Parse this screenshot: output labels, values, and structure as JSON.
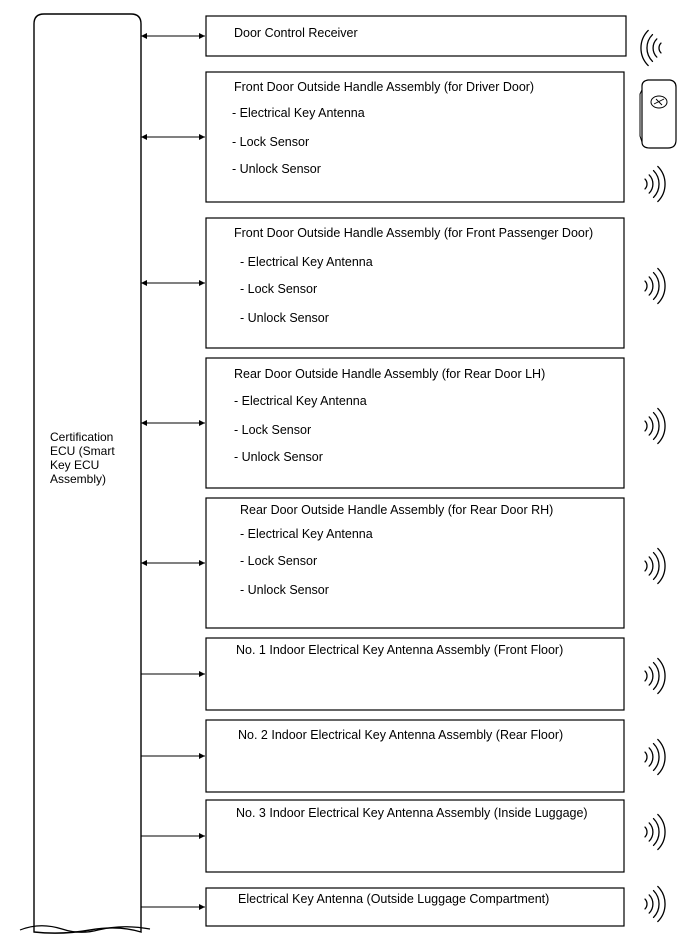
{
  "ecu": {
    "lines": [
      "Certification",
      "ECU (Smart",
      "Key ECU",
      "Assembly)"
    ]
  },
  "components": [
    {
      "title": "Door Control Receiver",
      "items": [],
      "link": "bidirectional",
      "signal": "receive"
    },
    {
      "title": "Front Door Outside Handle Assembly (for Driver Door)",
      "items": [
        "- Electrical Key Antenna",
        "- Lock Sensor",
        "- Unlock Sensor"
      ],
      "link": "bidirectional",
      "signal": "transmit"
    },
    {
      "title": "Front Door Outside Handle Assembly (for Front Passenger Door)",
      "items": [
        "- Electrical Key Antenna",
        "- Lock Sensor",
        "- Unlock Sensor"
      ],
      "link": "bidirectional",
      "signal": "transmit"
    },
    {
      "title": "Rear Door Outside Handle Assembly (for Rear Door LH)",
      "items": [
        "- Electrical Key Antenna",
        "- Lock Sensor",
        "- Unlock Sensor"
      ],
      "link": "bidirectional",
      "signal": "transmit"
    },
    {
      "title": "Rear Door Outside Handle Assembly (for Rear Door RH)",
      "items": [
        "- Electrical Key Antenna",
        "- Lock Sensor",
        "- Unlock Sensor"
      ],
      "link": "bidirectional",
      "signal": "transmit"
    },
    {
      "title": "No. 1 Indoor Electrical Key Antenna Assembly (Front Floor)",
      "items": [],
      "link": "output",
      "signal": "transmit"
    },
    {
      "title": "No. 2 Indoor Electrical Key Antenna Assembly (Rear Floor)",
      "items": [],
      "link": "output",
      "signal": "transmit"
    },
    {
      "title": "No. 3 Indoor Electrical Key Antenna Assembly (Inside Luggage)",
      "items": [],
      "link": "output",
      "signal": "transmit"
    },
    {
      "title": "Electrical Key Antenna (Outside Luggage Compartment)",
      "items": [],
      "link": "output",
      "signal": "transmit"
    }
  ],
  "icons": {
    "key_fob": "key-fob-icon",
    "wave_receive": "signal-receive-icon",
    "wave_transmit": "signal-transmit-icon"
  }
}
